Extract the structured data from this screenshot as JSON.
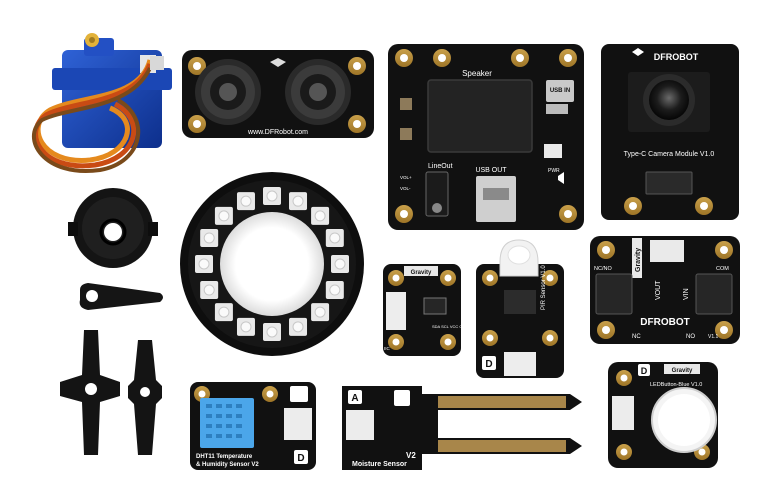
{
  "ultrasonic": {
    "url": "www.DFRobot.com"
  },
  "speaker": {
    "title": "Speaker",
    "usb_in": "USB IN",
    "usb_out": "USB OUT",
    "line_out": "LineOut",
    "pwr": "PWR",
    "vol_plus": "VOL+",
    "vol_minus": "VOL-"
  },
  "camera": {
    "brand": "DFROBOT",
    "name": "Type-C Camera Module V1.0"
  },
  "gravity_small": {
    "gravity": "Gravity",
    "pins": "SDA SCL VCC GND",
    "ic": "IIC"
  },
  "pir": {
    "name": "PIR Sensor V1.0",
    "d": "D"
  },
  "relay": {
    "gravity": "Gravity",
    "brand": "DFROBOT",
    "nc_no": "NC/NO",
    "com": "COM",
    "vout": "VOUT",
    "vin": "VIN",
    "nc": "NC",
    "no": "NO",
    "ver": "V1.1"
  },
  "dht": {
    "line1": "DHT11 Temperature",
    "line2": "& Humidity Sensor V2",
    "d": "D"
  },
  "moisture": {
    "ver": "V2",
    "name": "Moisture Sensor",
    "a": "A"
  },
  "led_button": {
    "d": "D",
    "gravity": "Gravity",
    "name": "LEDButton-Blue V1.0"
  }
}
